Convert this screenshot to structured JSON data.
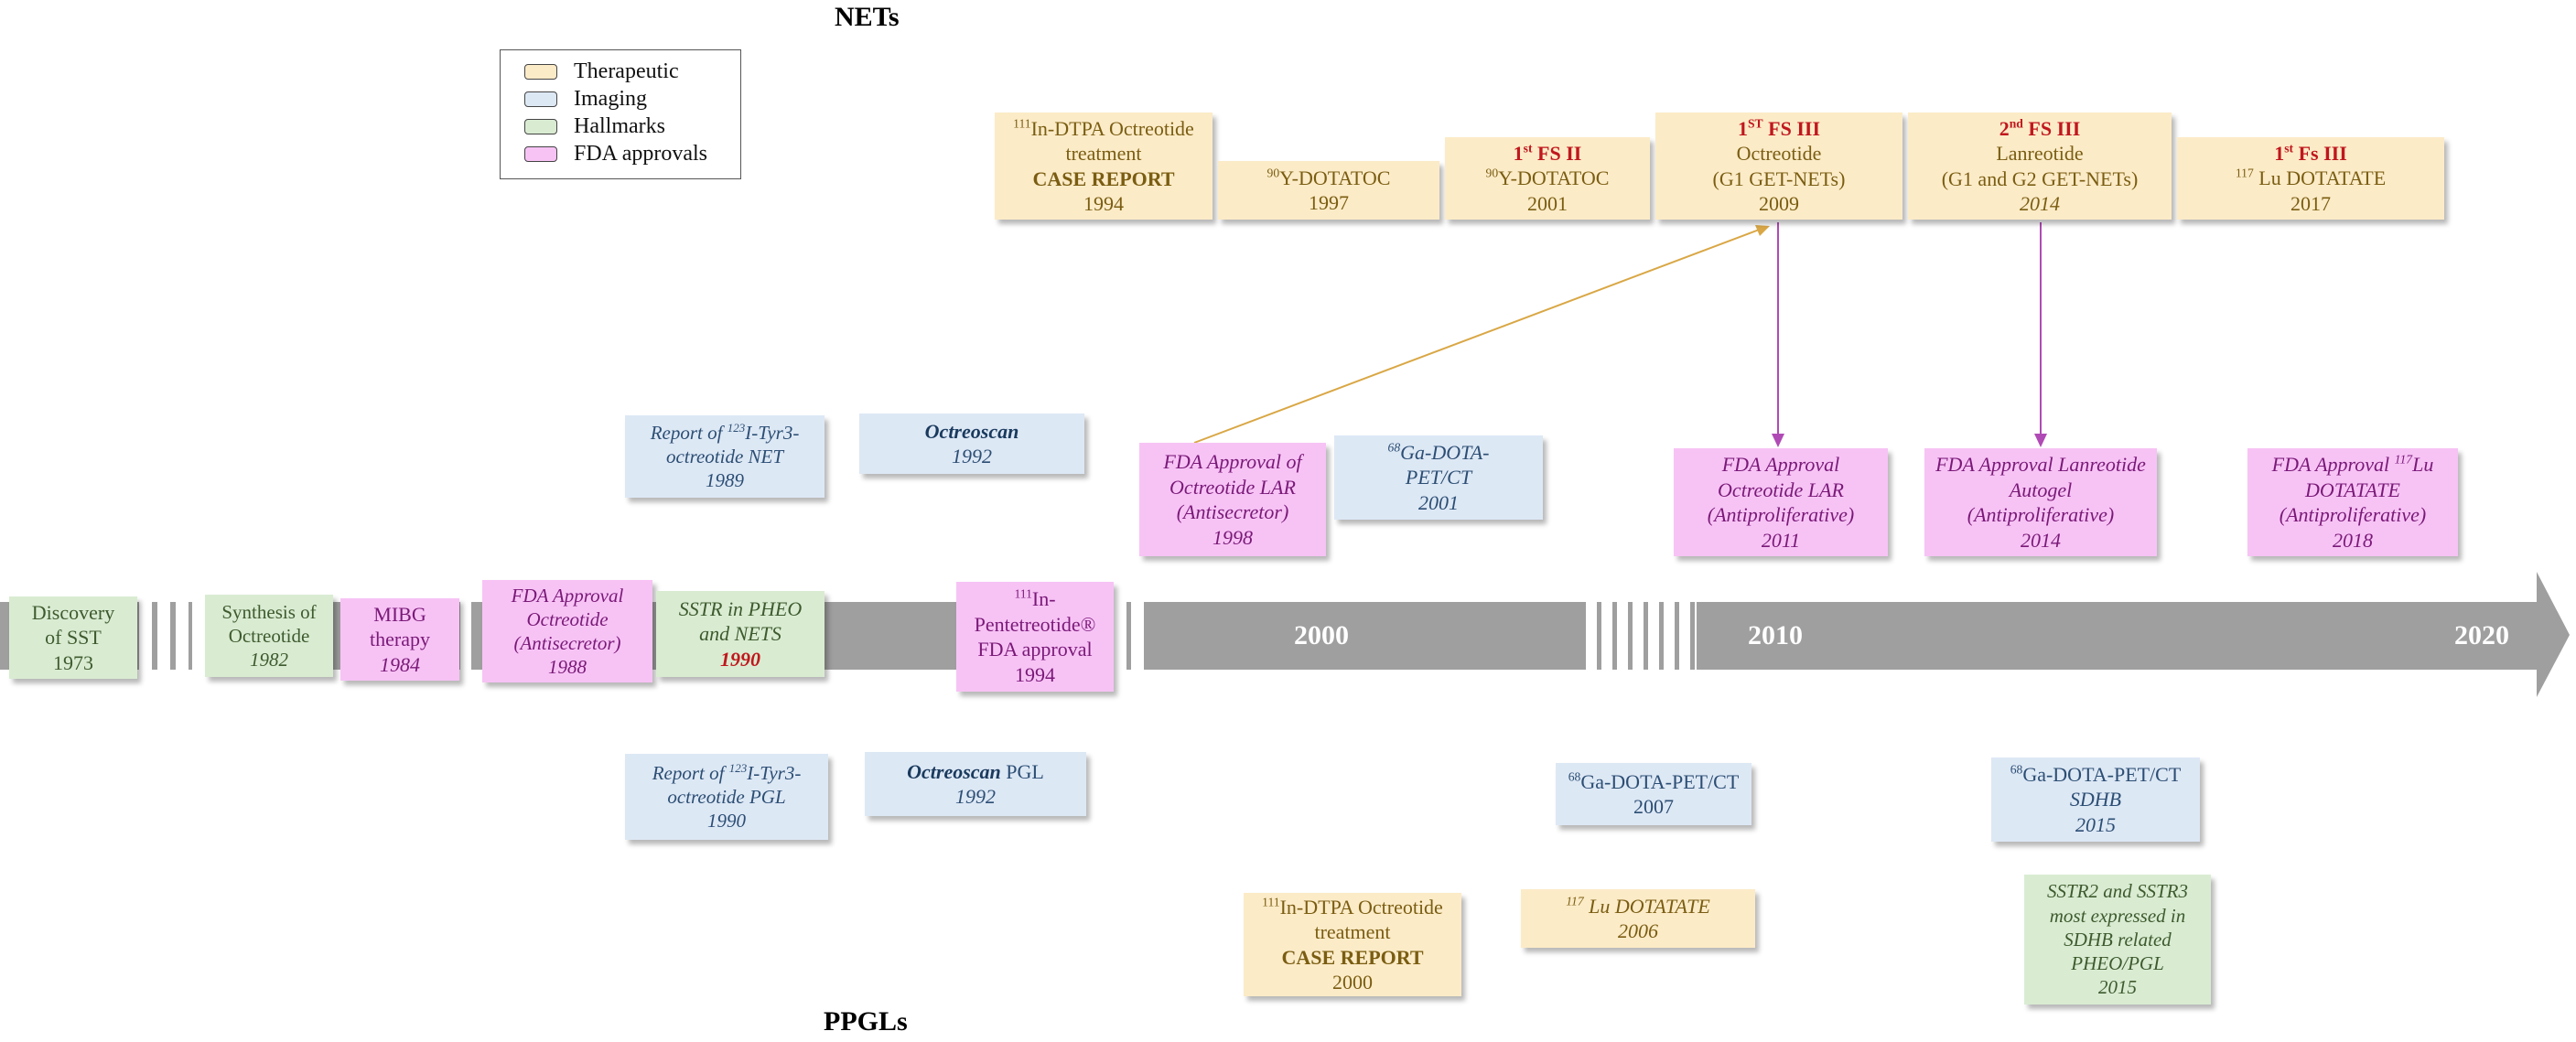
{
  "titles": {
    "top": "NETs",
    "bottom": "PPGLs"
  },
  "legend": [
    {
      "label": "Therapeutic",
      "color": "#fcebc7"
    },
    {
      "label": "Imaging",
      "color": "#dde8f5"
    },
    {
      "label": "Hallmarks",
      "color": "#d9ecd2"
    },
    {
      "label": "FDA approvals",
      "color": "#f7c3f5"
    }
  ],
  "timeline": {
    "years": [
      "2000",
      "2010",
      "2020"
    ],
    "arrow_color": "#9f9f9f"
  },
  "nets_therapeutic": {
    "b1": {
      "l1": "In-DTPA Octreotide",
      "l1sup": "111",
      "l2": "treatment",
      "l3": "CASE REPORT",
      "l4": "1994"
    },
    "b2": {
      "sup": "90",
      "l1": "Y-DOTATOC",
      "l2": "1997"
    },
    "b3": {
      "head_sup_pre": "1",
      "head_sup": "st",
      "head": "FS II",
      "sup": "90",
      "l1": "Y-DOTATOC",
      "l2": "2001"
    },
    "b4": {
      "head_pre": "1",
      "head_sup": "ST",
      "head": "FS III",
      "l1": "Octreotide",
      "l2": "(G1 GET-NETs)",
      "l3": "2009"
    },
    "b5": {
      "head_pre": "2",
      "head_sup": "nd",
      "head": "FS III",
      "l1": "Lanreotide",
      "l2": "(G1 and G2 GET-NETs)",
      "l3": "2014"
    },
    "b6": {
      "head_pre": "1",
      "head_sup": "st",
      "head": "Fs III",
      "sup": "117",
      "l1": "Lu DOTATATE",
      "l2": "2017"
    }
  },
  "nets_imaging": {
    "b1": {
      "l1a": "Report of ",
      "sup": "123",
      "l1b": "I-Tyr3-",
      "l2": "octreotide NET",
      "l3": "1989"
    },
    "b2": {
      "l1": "Octreoscan",
      "l2": "1992"
    },
    "b3": {
      "sup": "68",
      "l1": "Ga-DOTA-",
      "l2": "PET/CT",
      "l3": "2001"
    }
  },
  "nets_fda": {
    "b1": {
      "l1": "FDA Approval of",
      "l2": "Octreotide LAR",
      "l3": "(Antisecretor)",
      "l4": "1998"
    },
    "b2": {
      "l1": "FDA Approval",
      "l2": "Octreotide LAR",
      "l3": "(Antiproliferative)",
      "l4": "2011"
    },
    "b3": {
      "l1": "FDA Approval Lanreotide",
      "l2": "Autogel",
      "l3": "(Antiproliferative)",
      "l4": "2014"
    },
    "b4": {
      "l1a": "FDA Approval ",
      "sup": "117",
      "l1b": "Lu",
      "l2": "DOTATATE",
      "l3": "(Antiproliferative)",
      "l4": "2018"
    }
  },
  "axis_boxes": {
    "discovery": {
      "l1": "Discovery",
      "l2": "of SST",
      "l3": "1973"
    },
    "synthesis": {
      "l1": "Synthesis of",
      "l2": "Octreotide",
      "l3": "1982"
    },
    "mibg": {
      "l1": "MIBG",
      "l2": "therapy",
      "l3": "1984"
    },
    "fda1988": {
      "l1": "FDA Approval",
      "l2": "Octreotide",
      "l3": "(Antisecretor)",
      "l4": "1988"
    },
    "sstr": {
      "l1": "SSTR in PHEO",
      "l2": "and NETS",
      "l3": "1990"
    },
    "pentetreotide": {
      "sup": "111",
      "l1": "In-",
      "l2": "Pentetreotide®",
      "l3": "FDA approval",
      "l4": "1994"
    }
  },
  "ppgl_imaging": {
    "b1": {
      "l1a": "Report of ",
      "sup": "123",
      "l1b": "I-Tyr3-",
      "l2": "octreotide PGL",
      "l3": "1990"
    },
    "b2": {
      "l1a": "Octreoscan",
      "l1b": " PGL",
      "l2": "1992"
    },
    "b3": {
      "sup": "68",
      "l1": "Ga-DOTA-PET/CT",
      "l2": "2007"
    },
    "b4": {
      "sup": "68",
      "l1": "Ga-DOTA-PET/CT",
      "l2": "SDHB",
      "l3": "2015"
    }
  },
  "ppgl_therapeutic": {
    "b1": {
      "sup": "111",
      "l1": "In-DTPA Octreotide",
      "l2": "treatment",
      "l3": "CASE REPORT",
      "l4": "2000"
    },
    "b2": {
      "sup": "117",
      "l1": "Lu DOTATATE",
      "l2": "2006"
    }
  },
  "ppgl_hallmark": {
    "b1": {
      "l1": "SSTR2 and SSTR3",
      "l2": "most expressed in",
      "l3": "SDHB related",
      "l4": "PHEO/PGL",
      "l5": "2015"
    }
  }
}
